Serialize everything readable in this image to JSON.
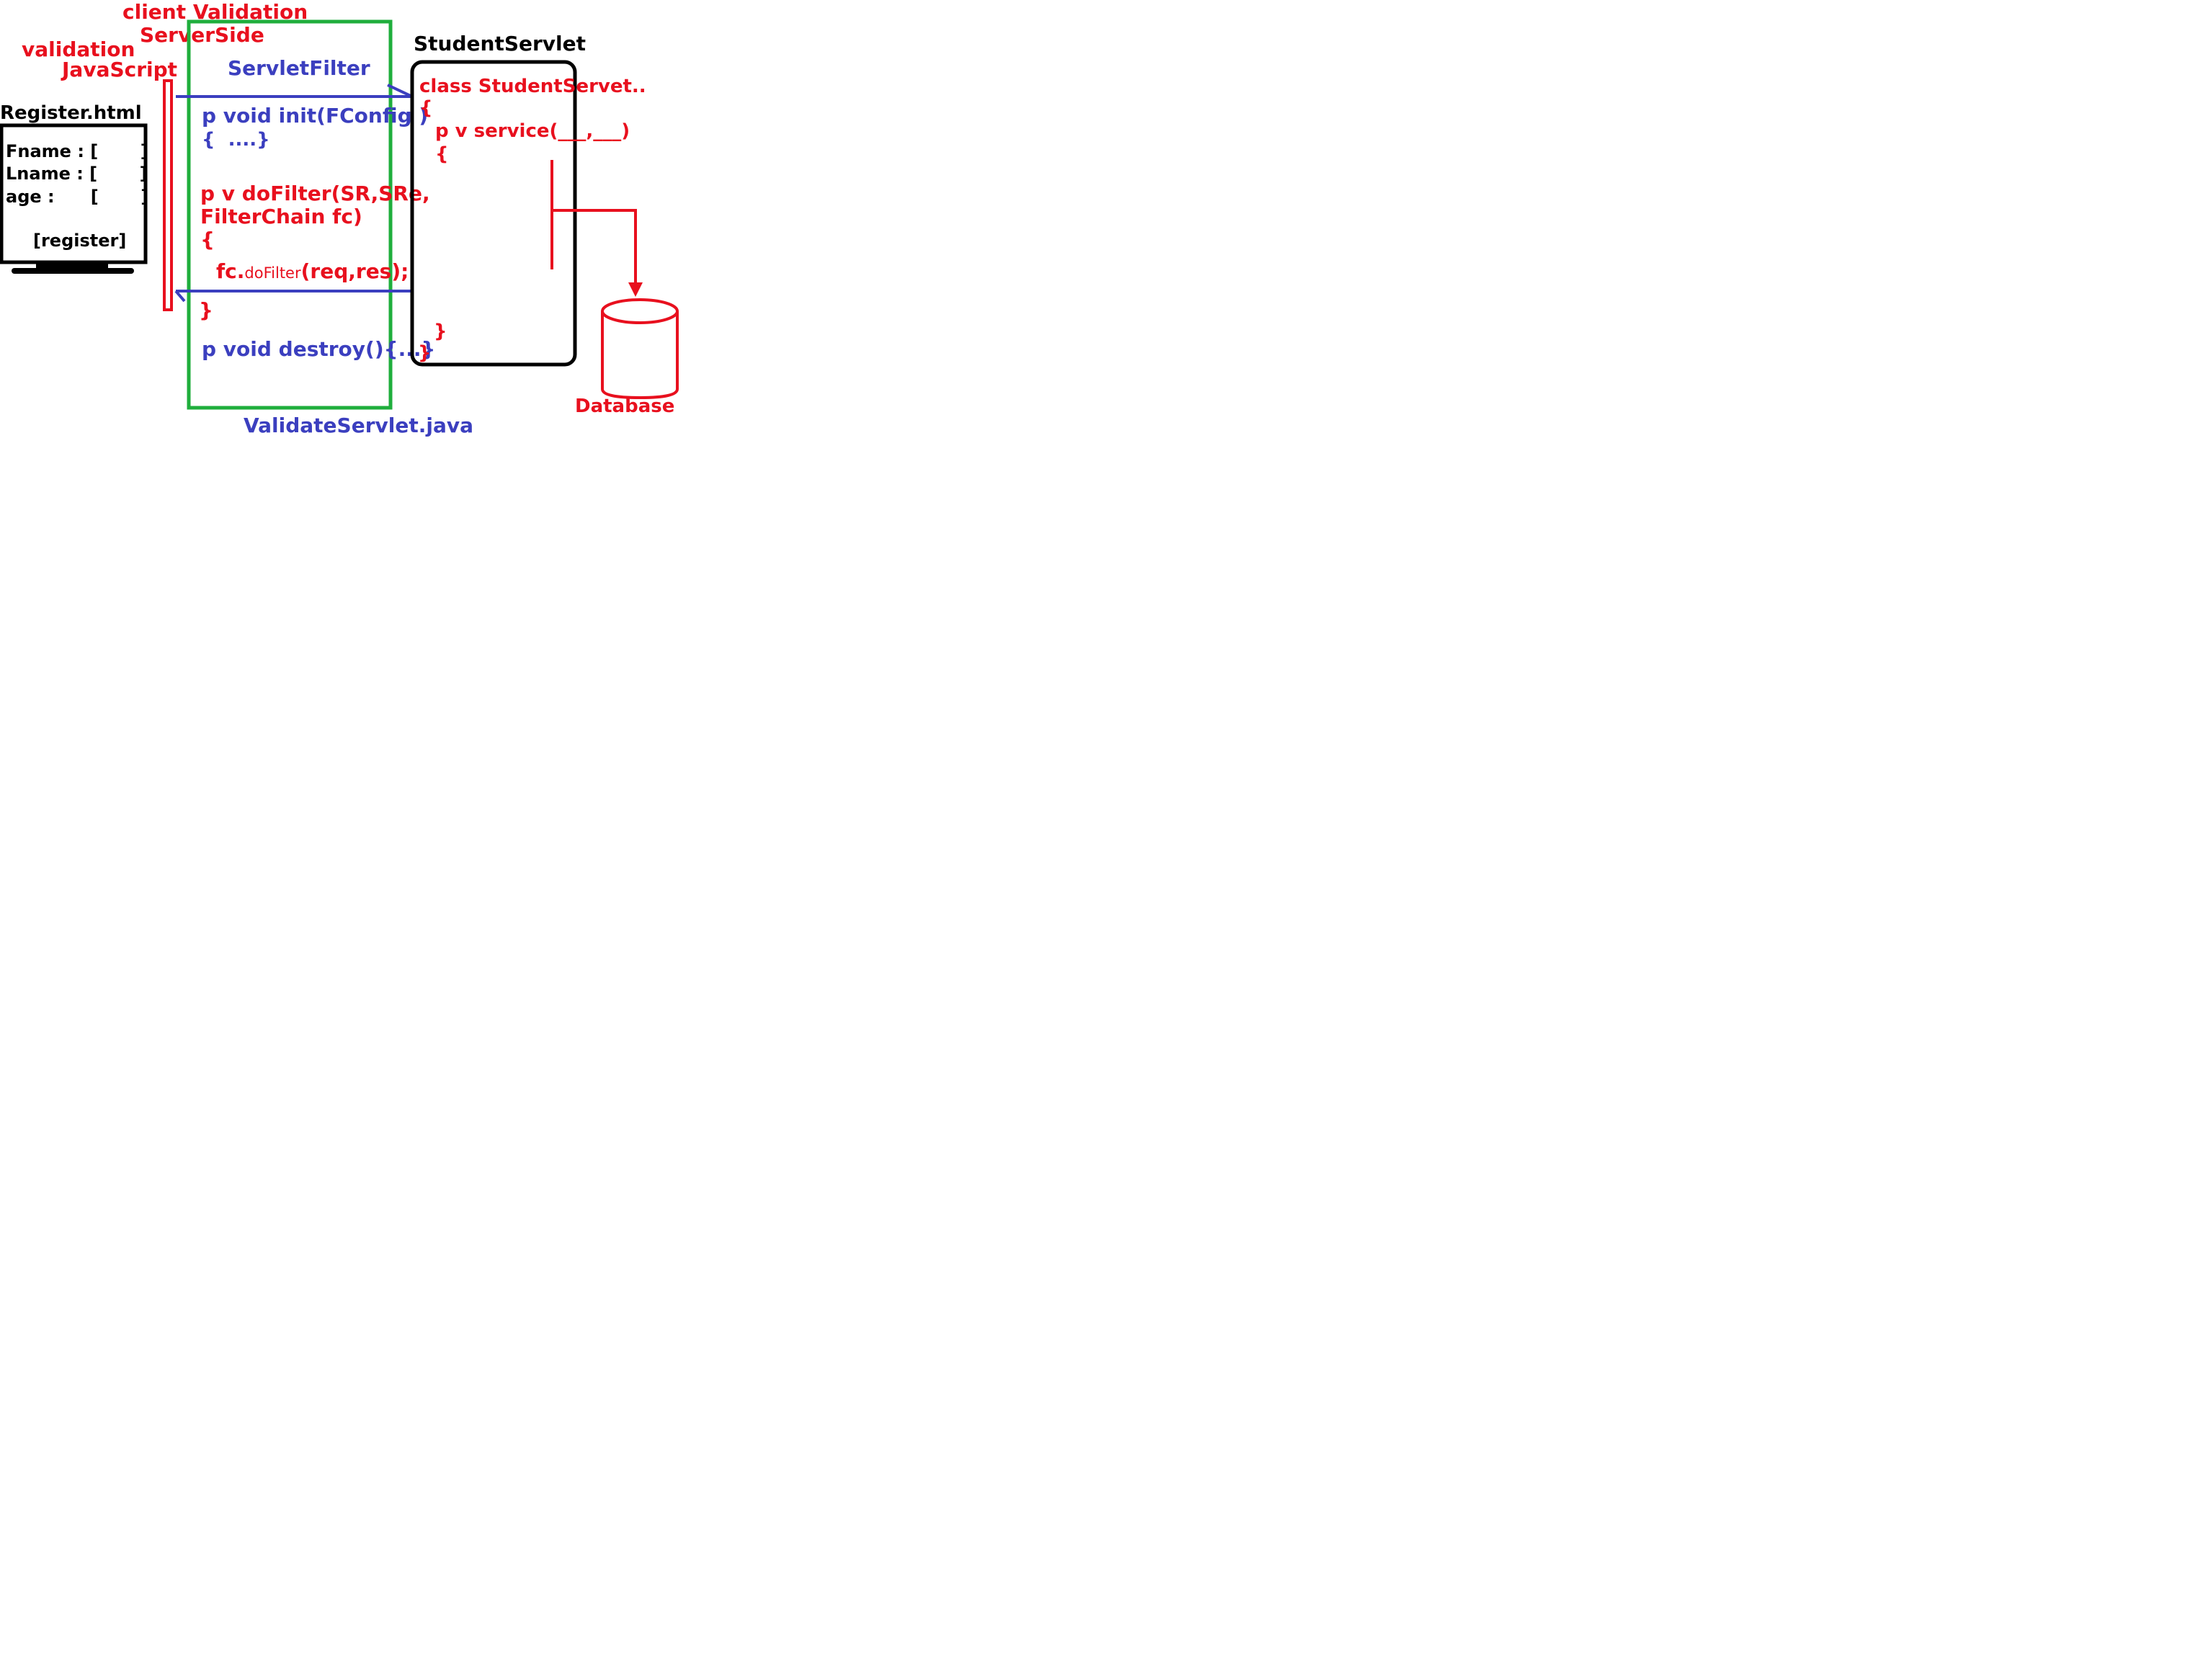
{
  "labels": {
    "client_validation": "client Validation",
    "server_side": "ServerSide",
    "validation": "validation",
    "javascript": "JavaScript",
    "register_html": "Register.html",
    "servlet_filter": "ServletFilter",
    "student_servlet_title": "StudentServlet",
    "validate_servlet_file": "ValidateServlet.java",
    "database": "Database"
  },
  "form": {
    "fname": "Fname : [       ]",
    "lname": "Lname : [       ]",
    "age": "age :      [       ]",
    "register_button": "[register]"
  },
  "filter_code": {
    "init_line": "p void init(FConfig )",
    "init_body": "{  ....}",
    "dofilter_line1": "p v doFilter(SR,SRe,",
    "dofilter_line2": "FilterChain fc)",
    "open_brace": "{",
    "fc_prefix": "fc.",
    "fc_call": "doFilter",
    "fc_args": "(req,res);",
    "close_brace": "}",
    "destroy_line": "p void destroy(){...}"
  },
  "servlet_code": {
    "class_line": "class StudentServet..",
    "open_brace": "{",
    "service_line": "p v service(___,___)",
    "service_open": "{",
    "service_close": "}",
    "class_close": "}"
  },
  "colors": {
    "red": "#e8101e",
    "blue": "#3b3fbf",
    "green": "#1fae3c",
    "black": "#000000"
  }
}
